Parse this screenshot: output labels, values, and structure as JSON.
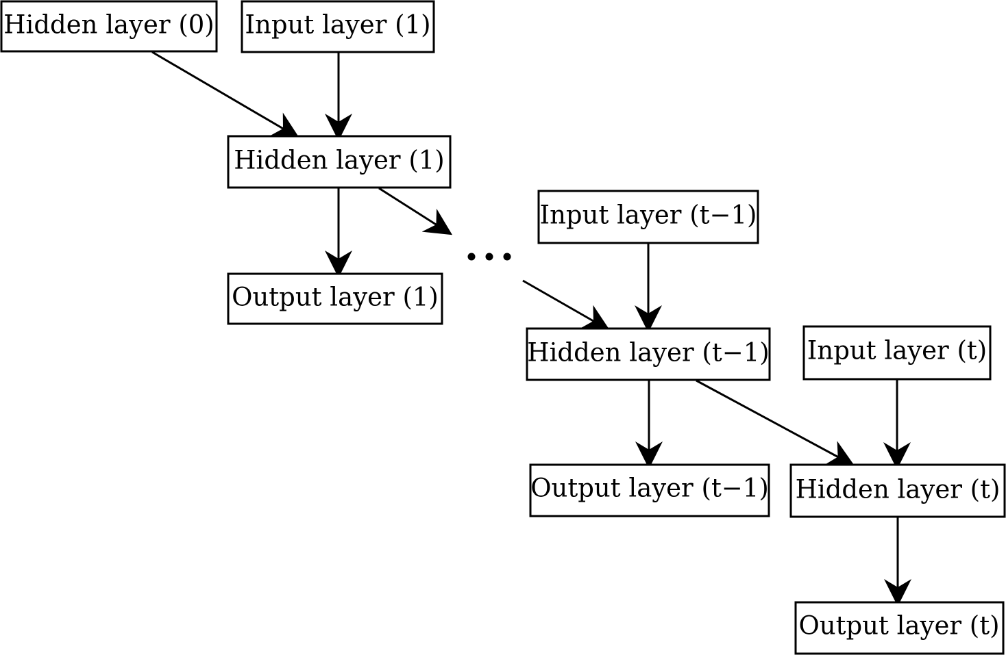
{
  "nodes": {
    "hidden_0": "Hidden layer (0)",
    "input_1": "Input layer (1)",
    "hidden_1": "Hidden layer (1)",
    "output_1": "Output layer (1)",
    "input_t1": "Input layer (t−1)",
    "hidden_t1": "Hidden layer (t−1)",
    "output_t1": "Output layer (t−1)",
    "input_t": "Input layer (t)",
    "hidden_t": "Hidden layer (t)",
    "output_t": "Output layer (t)"
  },
  "ellipsis": "…",
  "edges": [
    {
      "from": "hidden_0",
      "to": "hidden_1"
    },
    {
      "from": "input_1",
      "to": "hidden_1"
    },
    {
      "from": "hidden_1",
      "to": "output_1"
    },
    {
      "from": "hidden_1",
      "to": "ellipsis"
    },
    {
      "from": "ellipsis",
      "to": "hidden_t1"
    },
    {
      "from": "input_t1",
      "to": "hidden_t1"
    },
    {
      "from": "hidden_t1",
      "to": "output_t1"
    },
    {
      "from": "hidden_t1",
      "to": "hidden_t"
    },
    {
      "from": "input_t",
      "to": "hidden_t"
    },
    {
      "from": "hidden_t",
      "to": "output_t"
    }
  ]
}
